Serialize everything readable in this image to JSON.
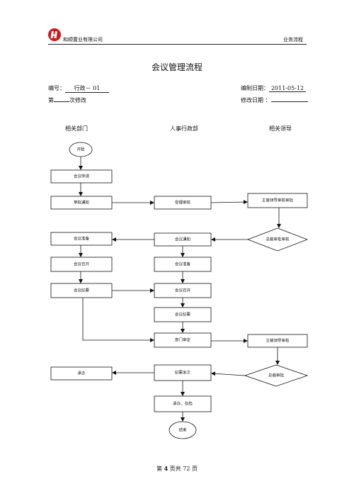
{
  "header": {
    "company": "和顺置业有限公司",
    "doc_type": "业务流程",
    "logo_icon": "company-logo-icon",
    "logo_color": "#d01818"
  },
  "title": "会议管理流程",
  "meta": {
    "number_label": "编号：",
    "number_value": "行政－  01",
    "date_label": "编制日期：",
    "date_value": "2011-05-12",
    "revision_prefix": "第",
    "revision_suffix": "次修改",
    "revision_value": "",
    "modify_label": "修改日期 ：",
    "modify_value": ""
  },
  "lanes": [
    "相关部门",
    "人事行政部",
    "相关领导"
  ],
  "nodes": {
    "start": "开始",
    "meeting_apply": "会议申请",
    "draft_notice": "草拟通知",
    "accept_review": "受理审核",
    "leader_review": "主管领导审核审批",
    "gm_approve_1": "总裁审批审核",
    "meeting_notice": "会议通知",
    "dept_prepare": "会议准备",
    "hr_prepare": "会议准备",
    "dept_hold": "会议召开",
    "hr_hold": "会议召开",
    "dept_minutes": "会议纪要",
    "hr_minutes": "会议纪要",
    "dept_review": "部门审定",
    "leader_audit": "主管领导审核",
    "gm_approve_2": "总裁审批",
    "handle": "承办",
    "minutes_issue": "纪要发文",
    "handle_archive": "承办、存档",
    "end": "结束"
  },
  "footer": {
    "page_prefix": "第 ",
    "page": "4",
    "page_mid": " 页共 ",
    "total": "72",
    "page_suffix": " 页"
  }
}
